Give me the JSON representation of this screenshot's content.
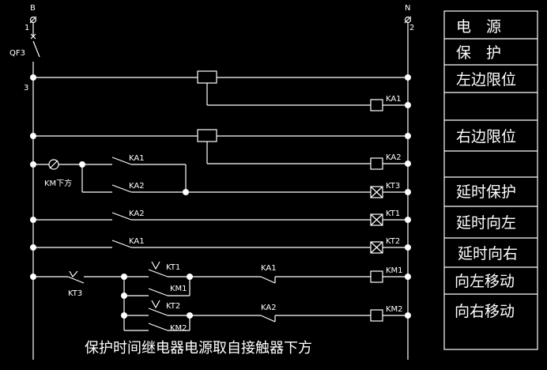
{
  "terminals": {
    "left_top": "B",
    "left_num": "1",
    "right_top": "N",
    "right_num": "2",
    "breaker": "QF3",
    "node3": "3"
  },
  "contacts": {
    "ka1_row1": "KA1",
    "ka2_row2": "KA2",
    "ka2_row3": "KA2",
    "ka1_row4": "KA1",
    "kt3": "KT3",
    "kt1": "KT1",
    "km1": "KM1",
    "ka1_row5": "KA1",
    "kt2": "KT2",
    "km2": "KM2",
    "ka2_row6": "KA2"
  },
  "lamp_label": "KM下方",
  "coils": {
    "r0": "KA1",
    "r1": "KA2",
    "r2": "KT3",
    "r3": "KT1",
    "r4": "KT2",
    "r5": "KM1",
    "r6": "KM2"
  },
  "caption": "保护时间继电器电源取自接触器下方",
  "table": {
    "rows": [
      "电　源",
      "保　护",
      "左边限位",
      "",
      "右边限位",
      "",
      "延时保护",
      "延时向左",
      "延时向右",
      "向左移动",
      "向右移动"
    ]
  }
}
